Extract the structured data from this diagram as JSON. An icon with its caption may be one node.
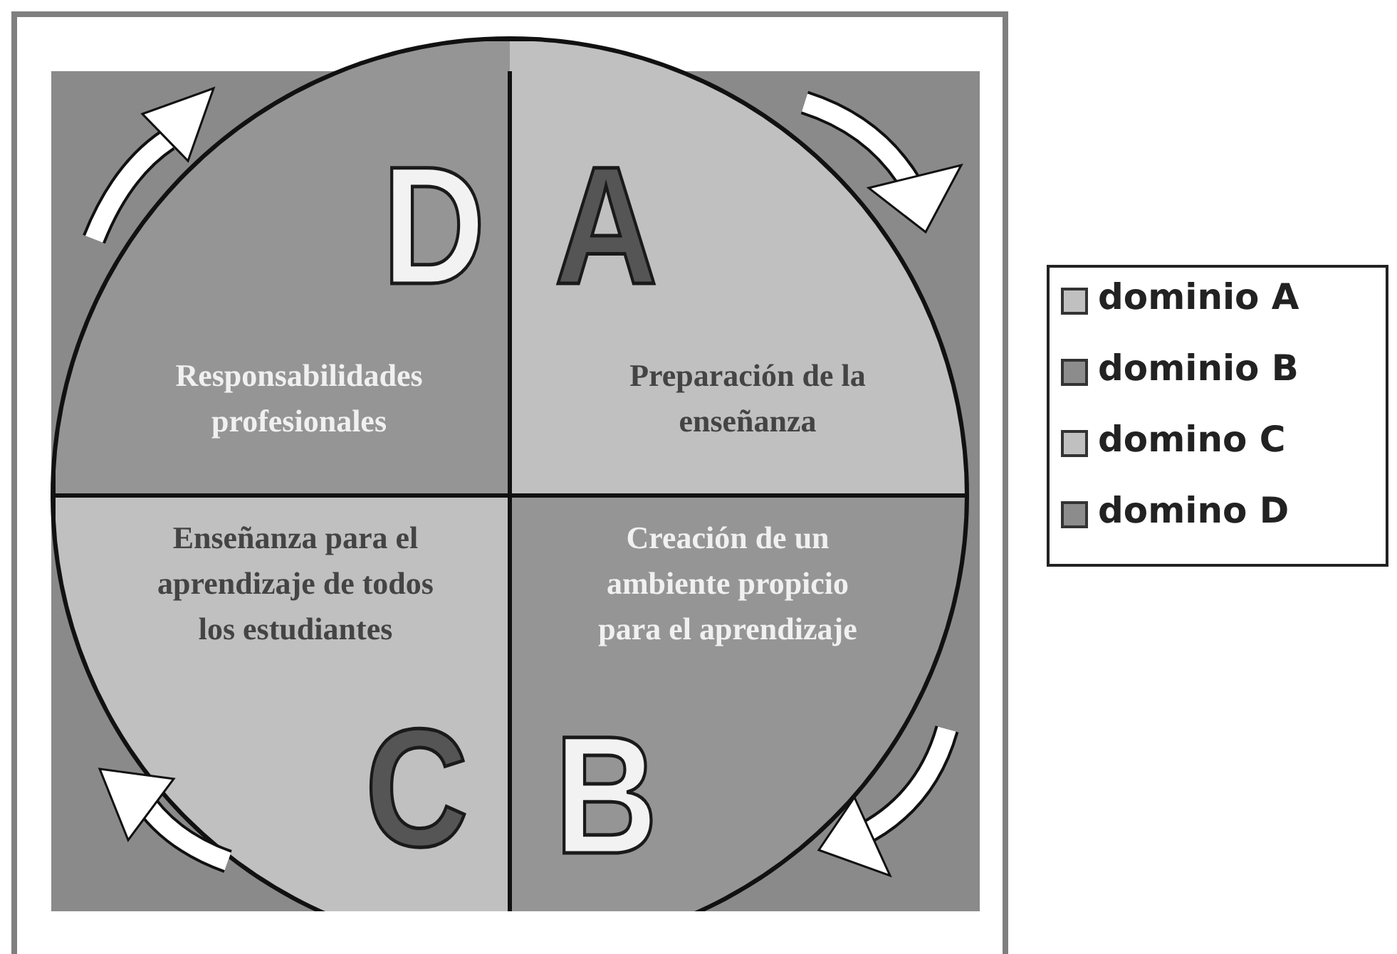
{
  "diagram": {
    "nodes": [
      {
        "text": [
          "D",
          "Responsabilidades profesionales"
        ]
      },
      {
        "text": [
          "A",
          "Preparación de la enseñanza"
        ]
      },
      {
        "text": [
          "Enseñanza para el aprendizaje de todos los estudiantes",
          "C"
        ]
      },
      {
        "text": [
          "Creación de un ambiente propicio para el aprendizaje",
          "B"
        ]
      }
    ],
    "legend": [
      {
        "text": "dominio A",
        "color": "#c0c0c0"
      },
      {
        "text": "dominio B",
        "color": "#8c8c8c"
      },
      {
        "text": "domino C",
        "color": "#c0c0c0"
      },
      {
        "text": "domino D",
        "color": "#8c8c8c"
      }
    ]
  }
}
